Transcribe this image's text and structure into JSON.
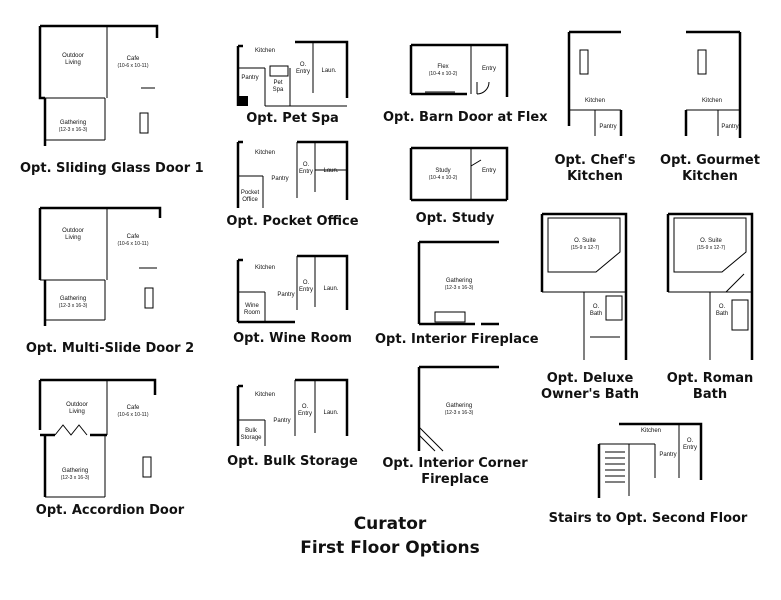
{
  "title": {
    "line1": "Curator",
    "line2": "First Floor Options"
  },
  "plans": {
    "sliding": {
      "caption": "Opt. Sliding Glass Door 1",
      "outdoor": "Outdoor\nLiving",
      "cafe": "Cafe",
      "cafe_dim": "(10-6 x 10-11)",
      "gathering": "Gathering",
      "gathering_dim": "(12-3 x 16-3)"
    },
    "multislide": {
      "caption": "Opt. Multi-Slide Door 2",
      "outdoor": "Outdoor\nLiving",
      "cafe": "Cafe",
      "cafe_dim": "(10-6 x 10-11)",
      "gathering": "Gathering",
      "gathering_dim": "(12-3 x 16-3)"
    },
    "accordion": {
      "caption": "Opt. Accordion Door",
      "outdoor": "Outdoor\nLiving",
      "cafe": "Cafe",
      "cafe_dim": "(10-6 x 10-11)",
      "gathering": "Gathering",
      "gathering_dim": "(12-3 x 16-3)"
    },
    "petspa": {
      "caption": "Opt. Pet Spa",
      "kitchen": "Kitchen",
      "pantry": "Pantry",
      "pet": "Pet\nSpa",
      "entry": "O.\nEntry",
      "laun": "Laun."
    },
    "pocket": {
      "caption": "Opt. Pocket Office",
      "kitchen": "Kitchen",
      "pantry": "Pantry",
      "office": "Pocket\nOffice",
      "entry": "O.\nEntry",
      "laun": "Laun."
    },
    "wine": {
      "caption": "Opt. Wine Room",
      "kitchen": "Kitchen",
      "pantry": "Pantry",
      "wine": "Wine\nRoom",
      "entry": "O.\nEntry",
      "laun": "Laun."
    },
    "bulk": {
      "caption": "Opt. Bulk Storage",
      "kitchen": "Kitchen",
      "pantry": "Pantry",
      "bulk": "Bulk\nStorage",
      "entry": "O.\nEntry",
      "laun": "Laun."
    },
    "barn": {
      "caption": "Opt. Barn Door at Flex",
      "flex": "Flex",
      "flex_dim": "(10-4 x 10-2)",
      "entry": "Entry"
    },
    "study": {
      "caption": "Opt. Study",
      "study": "Study",
      "study_dim": "(10-4 x 10-2)",
      "entry": "Entry"
    },
    "fireplace": {
      "caption": "Opt. Interior Fireplace",
      "gathering": "Gathering",
      "gathering_dim": "(12-3 x 16-3)"
    },
    "corner": {
      "caption_line1": "Opt. Interior Corner",
      "caption_line2": "Fireplace",
      "gathering": "Gathering",
      "gathering_dim": "(12-3 x 16-3)"
    },
    "chefs": {
      "caption_line1": "Opt. Chef's",
      "caption_line2": "Kitchen",
      "kitchen": "Kitchen",
      "pantry": "Pantry"
    },
    "gourmet": {
      "caption_line1": "Opt. Gourmet",
      "caption_line2": "Kitchen",
      "kitchen": "Kitchen",
      "pantry": "Pantry"
    },
    "deluxe": {
      "caption_line1": "Opt. Deluxe",
      "caption_line2": "Owner's Bath",
      "suite": "O. Suite",
      "suite_dim": "(15-9 x 12-7)",
      "bath": "O.\nBath"
    },
    "roman": {
      "caption_line1": "Opt. Roman",
      "caption_line2": "Bath",
      "suite": "O. Suite",
      "suite_dim": "(15-9 x 12-7)",
      "bath": "O.\nBath"
    },
    "stairs": {
      "caption": "Stairs to Opt. Second Floor",
      "kitchen": "Kitchen",
      "pantry": "Pantry",
      "entry": "O.\nEntry"
    }
  }
}
